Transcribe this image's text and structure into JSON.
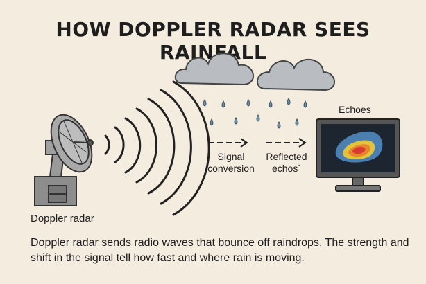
{
  "title": "HOW DOPPLER RADAR SEES RAINFALL",
  "labels": {
    "radar": "Doppler radar",
    "signal_line1": "Signal",
    "signal_line2": "conversion",
    "reflected_line1": "Reflected",
    "reflected_line2": "echos˙",
    "echoes": "Echoes"
  },
  "description": "Doppler radar sends radio waves that bounce off raindrops. The strength and shift in the signal tell how fast and where rain is moving.",
  "icons": {
    "radar": "radar-dish-icon",
    "cloud": "rain-cloud-icon",
    "monitor": "monitor-icon",
    "arrow": "right-arrow-icon"
  },
  "colors": {
    "background": "#f5ece0",
    "cloud": "#b9bcc1",
    "raindrop": "#6f8fa6",
    "radar": "#8d8d8d",
    "screen": "#1d2630",
    "echo_blue": "#4a7fb0",
    "echo_yellow": "#e2c33b",
    "echo_orange": "#e8862d",
    "echo_red": "#d93a2f"
  }
}
